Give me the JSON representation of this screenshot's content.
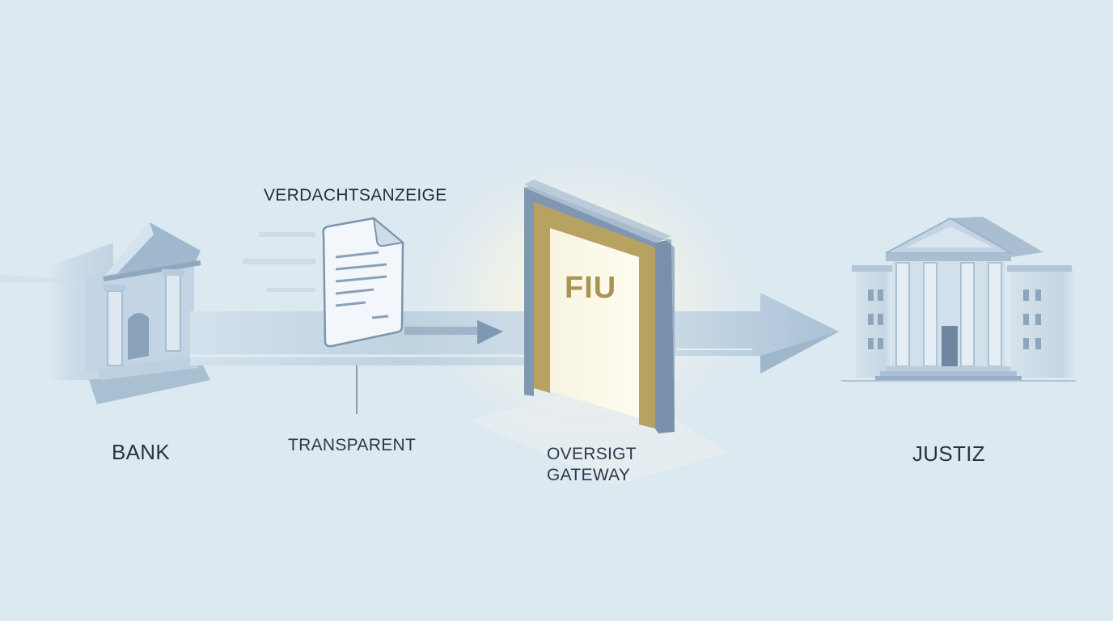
{
  "nodes": {
    "bank": {
      "label": "BANK"
    },
    "document": {
      "label": "VERDACHTSANZEIGE"
    },
    "channel": {
      "label": "TRANSPARENT"
    },
    "gateway": {
      "line1": "OVERSIGT",
      "line2": "GATEWAY",
      "door_text": "FIU"
    },
    "justiz": {
      "label": "JUSTIZ"
    }
  },
  "colors": {
    "background": "#dde9f1",
    "flow_arrow": "#b4c9d8",
    "gateway_frame": "#7f97b1",
    "gateway_gold": "#b8a262",
    "building": "#c7d7e6",
    "text": "#243447"
  }
}
